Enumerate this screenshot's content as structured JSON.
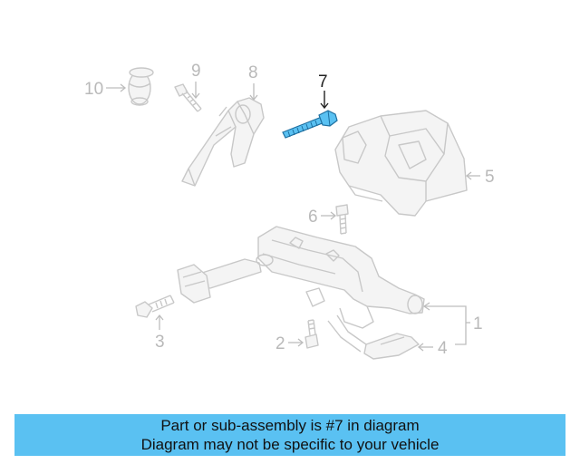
{
  "callouts": {
    "c1": "1",
    "c2": "2",
    "c3": "3",
    "c4": "4",
    "c5": "5",
    "c6": "6",
    "c7": "7",
    "c8": "8",
    "c9": "9",
    "c10": "10"
  },
  "highlight_part": "7",
  "colors": {
    "highlight": "#5ac1f2",
    "banner_bg": "#5ac1f2",
    "part_line": "#c8c8c8",
    "label": "#b9b9b9"
  },
  "banner": {
    "line1": "Part or sub-assembly is #7 in diagram",
    "line2": "Diagram may not be specific to your vehicle"
  }
}
